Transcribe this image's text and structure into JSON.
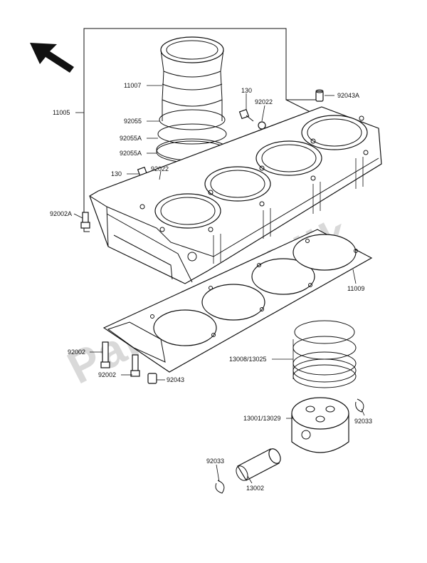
{
  "watermark": {
    "text": "Partsrepublik"
  },
  "labels": {
    "p11007": "11007",
    "p11005": "11005",
    "p92055": "92055",
    "p92055a_1": "92055A",
    "p92055a_2": "92055A",
    "p130_1": "130",
    "p92022_1": "92022",
    "p92043a": "92043A",
    "p130_2": "130",
    "p92022_2": "92022",
    "p92002a": "92002A",
    "p11009": "11009",
    "p92002_1": "92002",
    "p92002_2": "92002",
    "p92043": "92043",
    "p13008": "13008/13025",
    "p13001": "13001/13029",
    "p92033_1": "92033",
    "p92033_2": "92033",
    "p13002": "13002"
  },
  "icons": {
    "direction_arrow": "arrow-up-left-icon"
  }
}
